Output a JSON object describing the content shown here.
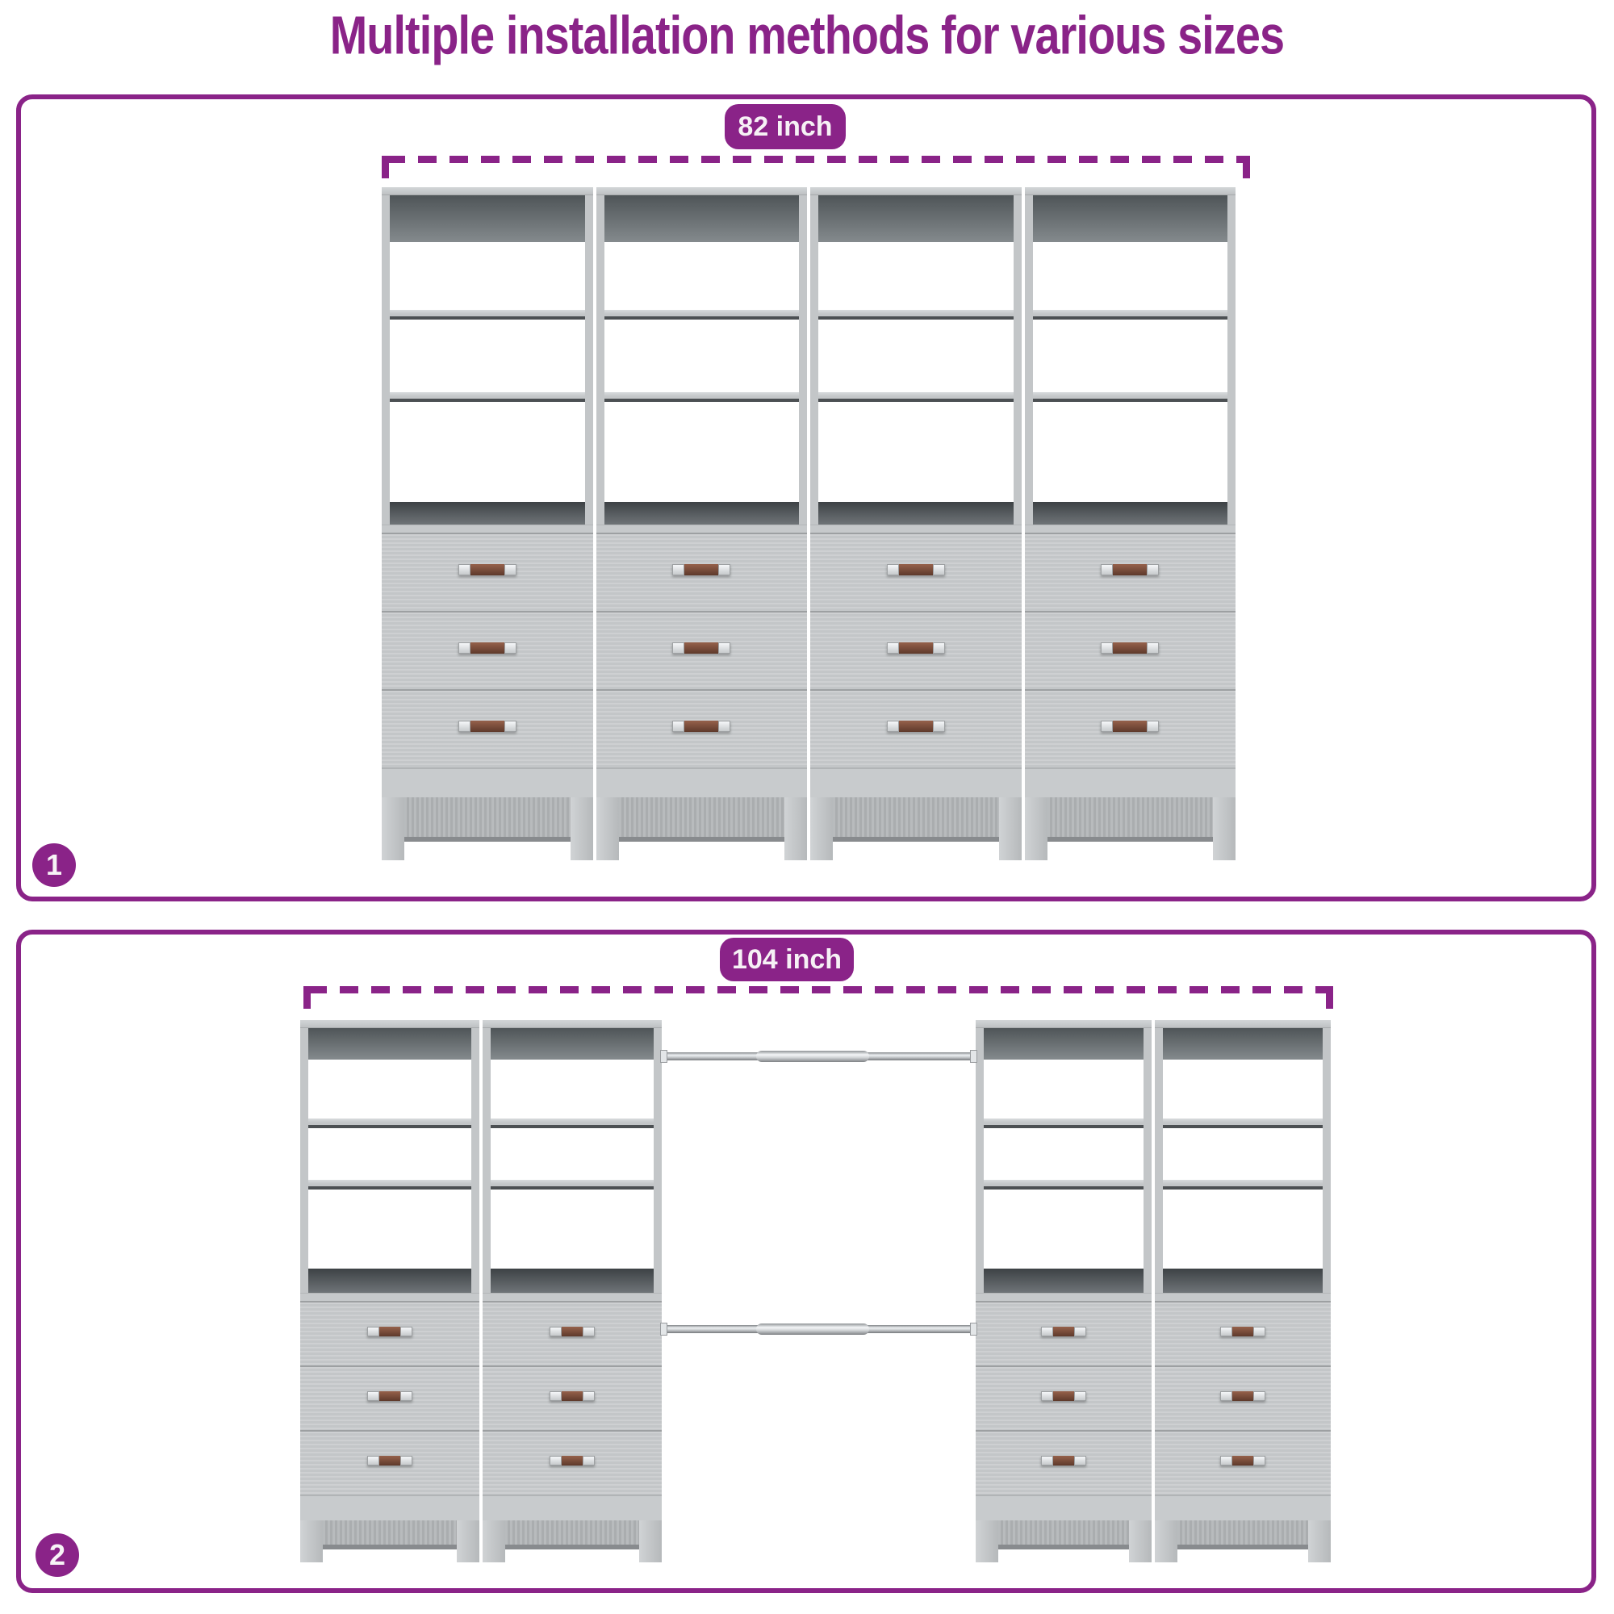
{
  "page_title": "Multiple installation methods for various sizes",
  "accent_color": "#8a2388",
  "methods": [
    {
      "number": "1",
      "size_label": "82 inch",
      "units_shown": 4,
      "layout": "four drawer towers side by side"
    },
    {
      "number": "2",
      "size_label": "104 inch",
      "units_shown": 4,
      "layout": "two tower pairs joined by two hanging rods"
    }
  ],
  "illustration_colors": {
    "cabinet_light": "#c6c9cb",
    "cabinet_dark_back": "#565b5e",
    "drawer_handle_brown": "#7a4936",
    "hanging_rod_chrome": "#d9dcde"
  }
}
